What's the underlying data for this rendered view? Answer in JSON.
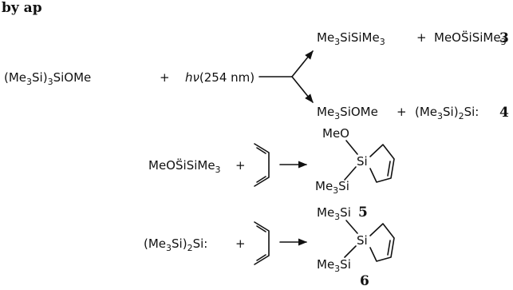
{
  "header_fragment": "by ap",
  "reaction1": {
    "reactant": [
      "(Me",
      "3",
      "Si)",
      "3",
      "SiOMe"
    ],
    "plus": "+",
    "light": [
      "hν",
      "(254 nm)"
    ],
    "product_a": [
      "Me",
      "3",
      "SiSiMe",
      "3"
    ],
    "product_b": [
      "MeO",
      "S̈i",
      "SiMe",
      "3"
    ],
    "number_a": "3",
    "product_c": [
      "Me",
      "3",
      "SiOMe"
    ],
    "product_d": [
      "(Me",
      "3",
      "Si)",
      "2",
      "Si:"
    ],
    "number_b": "4"
  },
  "reaction2": {
    "reactant": [
      "MeO",
      "S̈i",
      "SiMe",
      "3"
    ],
    "plus": "+",
    "product_top_label": "MeO",
    "product_si": "Si",
    "product_bottom_label": [
      "Me",
      "3",
      "Si"
    ],
    "number": "5"
  },
  "reaction3": {
    "reactant": [
      "(Me",
      "3",
      "Si)",
      "2",
      "Si:"
    ],
    "plus": "+",
    "product_top_label": [
      "Me",
      "3",
      "Si"
    ],
    "product_si": "Si",
    "product_bottom_label": [
      "Me",
      "3",
      "Si"
    ],
    "number": "6"
  }
}
